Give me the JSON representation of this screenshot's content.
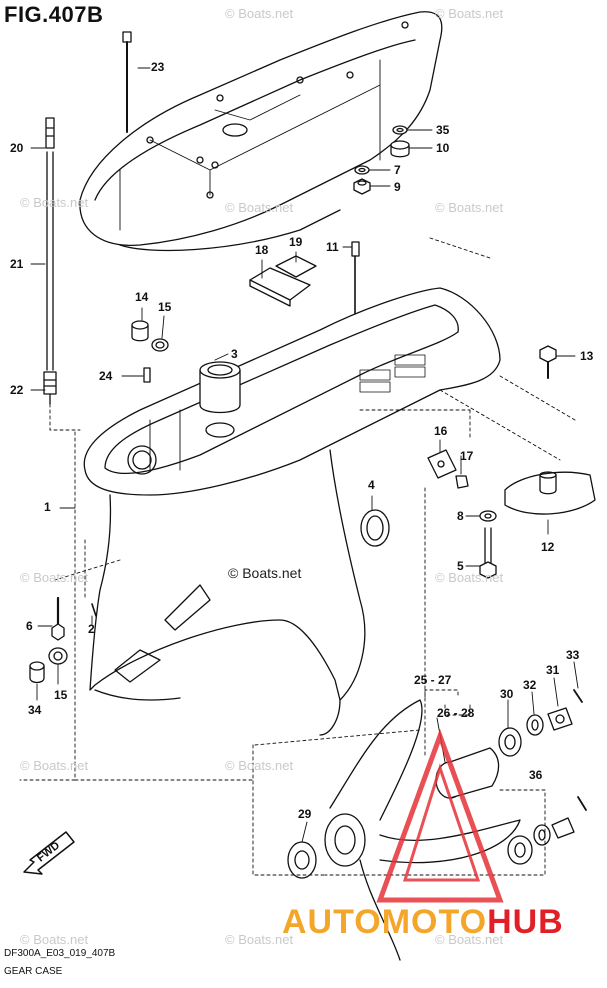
{
  "header": {
    "figure_title": "FIG.407B"
  },
  "footer": {
    "diagram_code": "DF300A_E03_019_407B",
    "section_name": "GEAR CASE"
  },
  "watermark": {
    "text": "© Boats.net",
    "center_text": "© Boats.net"
  },
  "brand": {
    "part1": "AUTOMOTO",
    "part2": "HUB",
    "color_primary": "#f4a62a",
    "color_accent": "#e11f26"
  },
  "fwd_badge": "FWD",
  "callouts": {
    "c1": "1",
    "c2": "2",
    "c3": "3",
    "c4": "4",
    "c5": "5",
    "c6": "6",
    "c7": "7",
    "c8": "8",
    "c9": "9",
    "c10": "10",
    "c11": "11",
    "c12": "12",
    "c13": "13",
    "c14": "14",
    "c15a": "15",
    "c15b": "15",
    "c16": "16",
    "c17": "17",
    "c18": "18",
    "c19": "19",
    "c20": "20",
    "c21": "21",
    "c22": "22",
    "c23": "23",
    "c24": "24",
    "c25": "25 - 27",
    "c26": "26 - 28",
    "c29": "29",
    "c30": "30",
    "c31": "31",
    "c32": "32",
    "c33": "33",
    "c34": "34",
    "c35": "35",
    "c36": "36"
  }
}
